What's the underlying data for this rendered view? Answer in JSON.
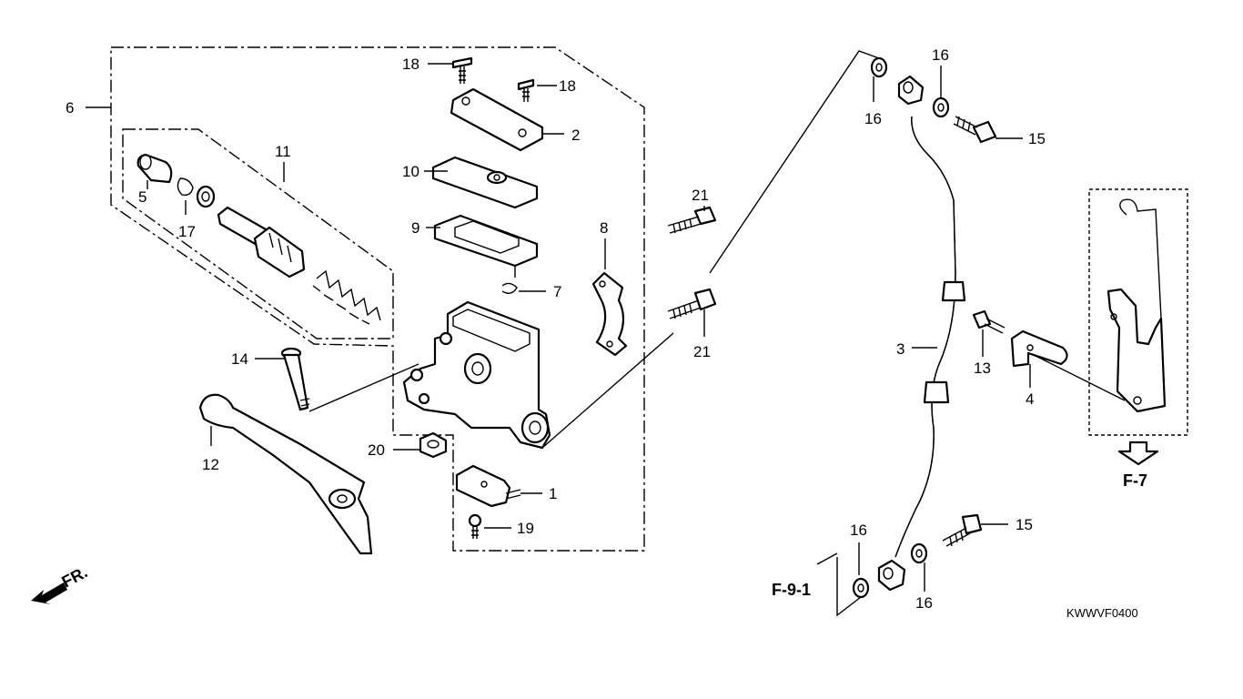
{
  "callouts": [
    "1",
    "2",
    "3",
    "4",
    "5",
    "6",
    "7",
    "8",
    "9",
    "10",
    "11",
    "12",
    "13",
    "14",
    "15",
    "15",
    "16",
    "16",
    "16",
    "16",
    "17",
    "18",
    "18",
    "19",
    "20",
    "21",
    "21"
  ],
  "refs": {
    "f7": "F-7",
    "f91": "F-9-1",
    "front": "FR."
  },
  "diagram_code": "KWWVF0400"
}
